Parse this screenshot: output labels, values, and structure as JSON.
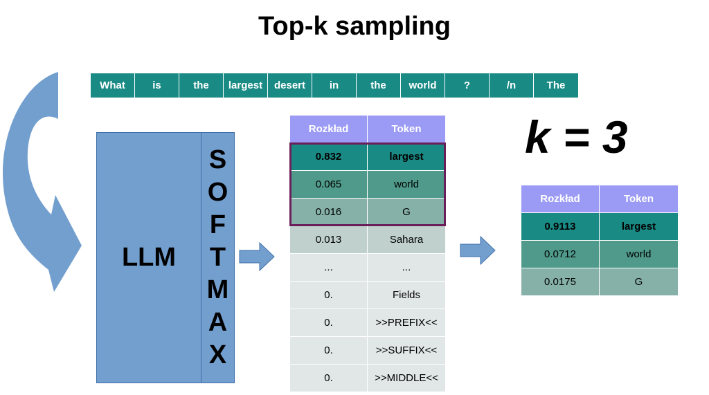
{
  "title": "Top-k sampling",
  "input_tokens": [
    "What",
    "is",
    "the",
    "largest",
    "desert",
    "in",
    "the",
    "world",
    "?",
    "/n",
    "The"
  ],
  "model": {
    "llm_label": "LLM",
    "softmax_letters": [
      "S",
      "O",
      "F",
      "T",
      "M",
      "A",
      "X"
    ]
  },
  "distribution_table": {
    "headers": [
      "Rozkład",
      "Token"
    ],
    "rows": [
      [
        "0.832",
        "largest"
      ],
      [
        "0.065",
        "world"
      ],
      [
        "0.016",
        "G"
      ],
      [
        "0.013",
        "Sahara"
      ],
      [
        "...",
        "..."
      ],
      [
        "0.",
        "Fields"
      ],
      [
        "0.",
        ">>PREFIX<<"
      ],
      [
        "0.",
        ">>SUFFIX<<"
      ],
      [
        "0.",
        ">>MIDDLE<<"
      ]
    ]
  },
  "k_label": "k = 3",
  "topk_table": {
    "headers": [
      "Rozkład",
      "Token"
    ],
    "rows": [
      [
        "0.9113",
        "largest"
      ],
      [
        "0.0712",
        "world"
      ],
      [
        "0.0175",
        "G"
      ]
    ]
  },
  "colors": {
    "token_bg": "#1a8a85",
    "block_blue": "#739fcf",
    "header_purple": "#9b9bf5",
    "highlight_border": "#6b1f5a"
  }
}
